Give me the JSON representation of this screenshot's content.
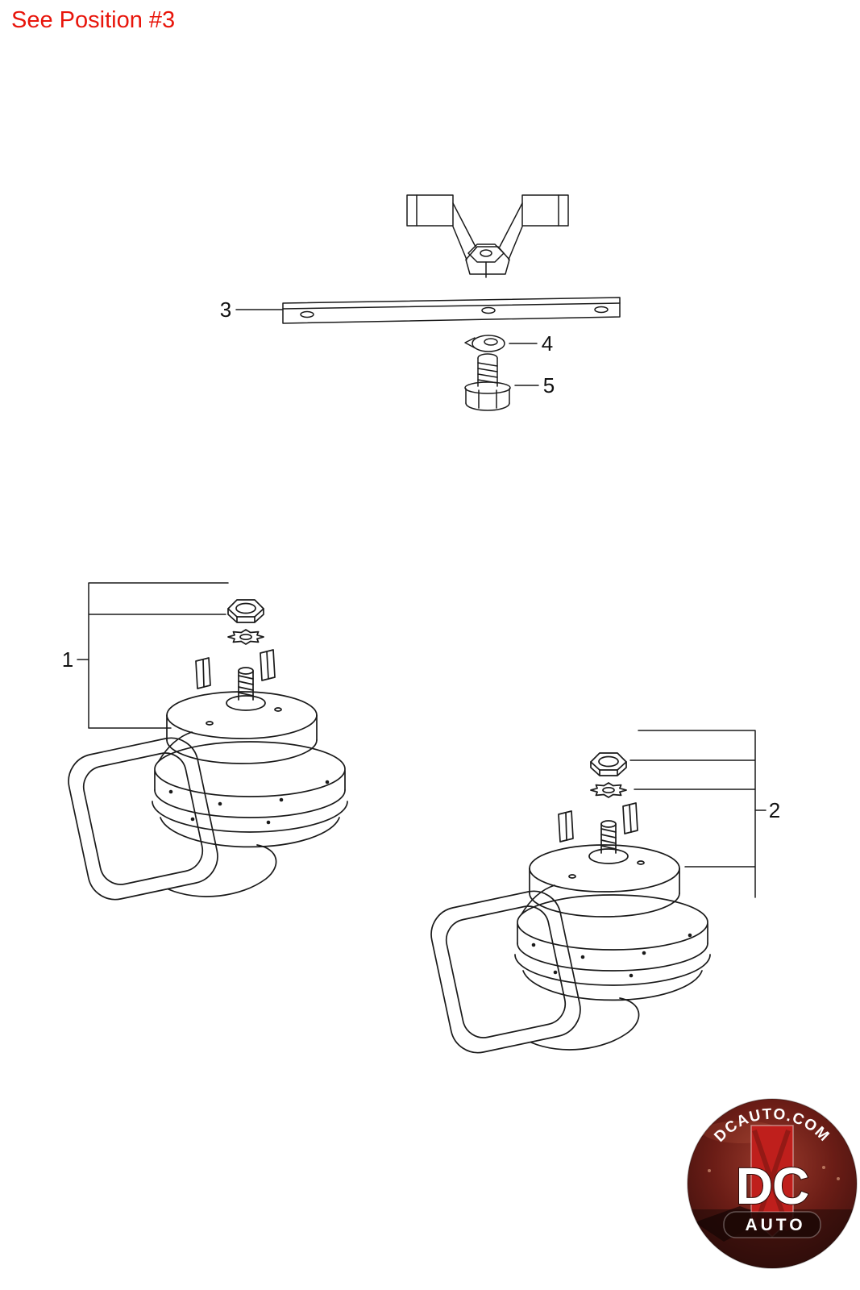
{
  "page": {
    "note": "See Position #3",
    "note_color": "#e8150b",
    "background": "#ffffff"
  },
  "diagram": {
    "type": "exploded-parts-diagram",
    "subject": "Horn assemblies with mounting bracket, bar, washer and bolt",
    "line_color": "#1a1a1a",
    "callouts": [
      {
        "label": "1",
        "part": "left-horn-assembly-with-nut-and-lock-washer"
      },
      {
        "label": "2",
        "part": "right-horn-assembly-with-nut-and-lock-washer"
      },
      {
        "label": "3",
        "part": "mounting-bar"
      },
      {
        "label": "4",
        "part": "spring-washer"
      },
      {
        "label": "5",
        "part": "hex-bolt"
      }
    ]
  },
  "logo": {
    "arc_text": "DCAUTO.COM",
    "monogram": "DC",
    "sub_text": "AUTO",
    "text_color": "#ffffff",
    "badge_bg": "#5a1512",
    "ribbon_color": "#bf1f1c"
  }
}
